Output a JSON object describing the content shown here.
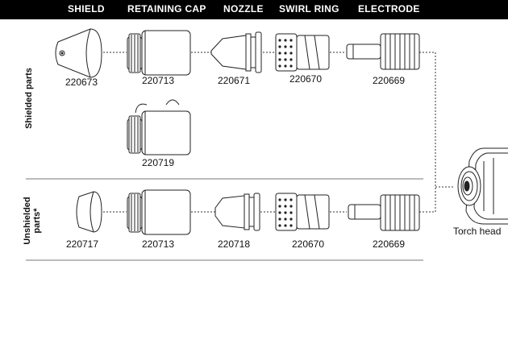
{
  "headers": {
    "shield": "SHIELD",
    "retaining_cap": "RETAINING CAP",
    "nozzle": "NOZZLE",
    "swirl_ring": "SWIRL RING",
    "electrode": "ELECTRODE"
  },
  "rows": {
    "shielded": "Shielded parts",
    "unshielded_line1": "Unshielded",
    "unshielded_line2": "parts*"
  },
  "shielded_parts": {
    "shield": "220673",
    "retaining_cap": "220713",
    "nozzle": "220671",
    "swirl_ring": "220670",
    "electrode": "220669"
  },
  "alternate_cap": "220719",
  "unshielded_parts": {
    "shield": "220717",
    "retaining_cap": "220713",
    "nozzle": "220718",
    "swirl_ring": "220670",
    "electrode": "220669"
  },
  "torch_head": "Torch head",
  "colors": {
    "header_bg": "#000000",
    "line": "#222222",
    "divider": "#777777"
  }
}
